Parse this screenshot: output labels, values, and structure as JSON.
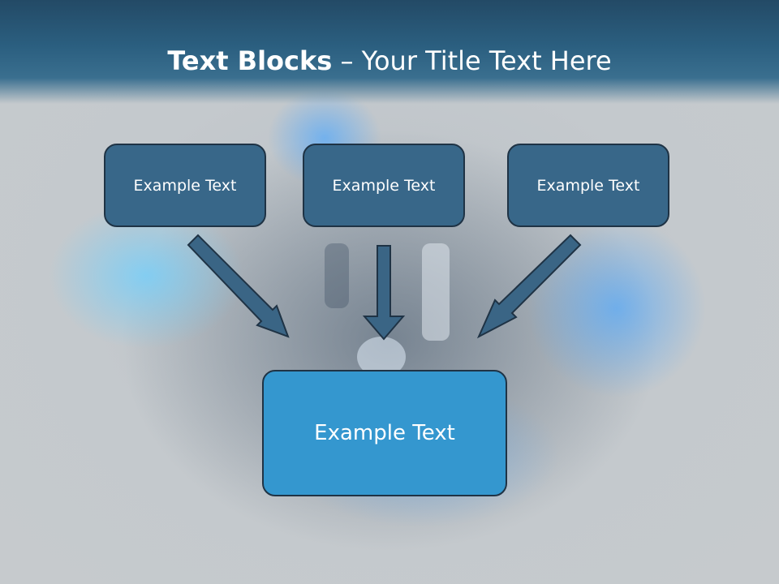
{
  "slide": {
    "title_bold": "Text Blocks",
    "title_rest": " – Your Title Text Here"
  },
  "diagram": {
    "top_blocks": [
      "Example Text",
      "Example Text",
      "Example Text"
    ],
    "bottom_block": "Example Text"
  },
  "colors": {
    "header": "#2b5f80",
    "small_block_fill": "#386789",
    "big_block_fill": "#3497cf",
    "outline": "#1f3345",
    "background": "#c3c8cc"
  }
}
